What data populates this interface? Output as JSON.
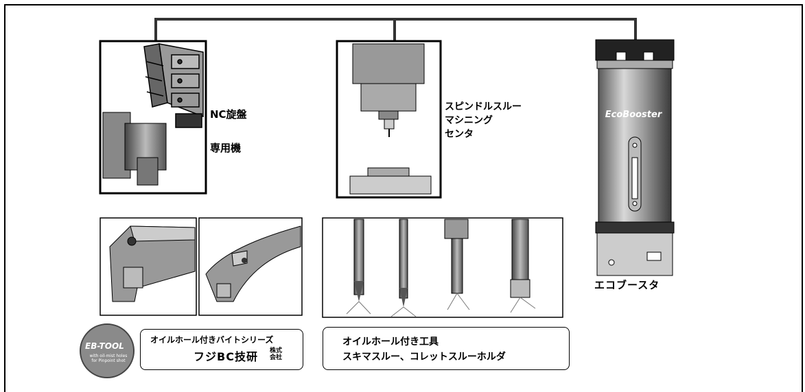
{
  "nc": {
    "title": "NC旋盤",
    "sub": "専用機"
  },
  "machining_center": {
    "line1": "スピンドルスルー",
    "line2": "マシニング",
    "line3": "センタ"
  },
  "eco": {
    "brand": "EcoBooster",
    "caption": "エコブースタ"
  },
  "boxes": {
    "bite_series": {
      "title": "オイルホール付きバイトシリーズ",
      "company": "フジBC技研",
      "kabushiki": "株式会社"
    },
    "oil_tools": {
      "line1": "オイルホール付き工具",
      "line2": "スキマスルー、コレットスルーホルダ"
    }
  },
  "eb_tool": {
    "name": "EB-TOOL",
    "tagline": "with oil-mist holes for Pinpoint shot"
  },
  "colors": {
    "body_grey": "#9a9a9a",
    "line": "#333333"
  }
}
